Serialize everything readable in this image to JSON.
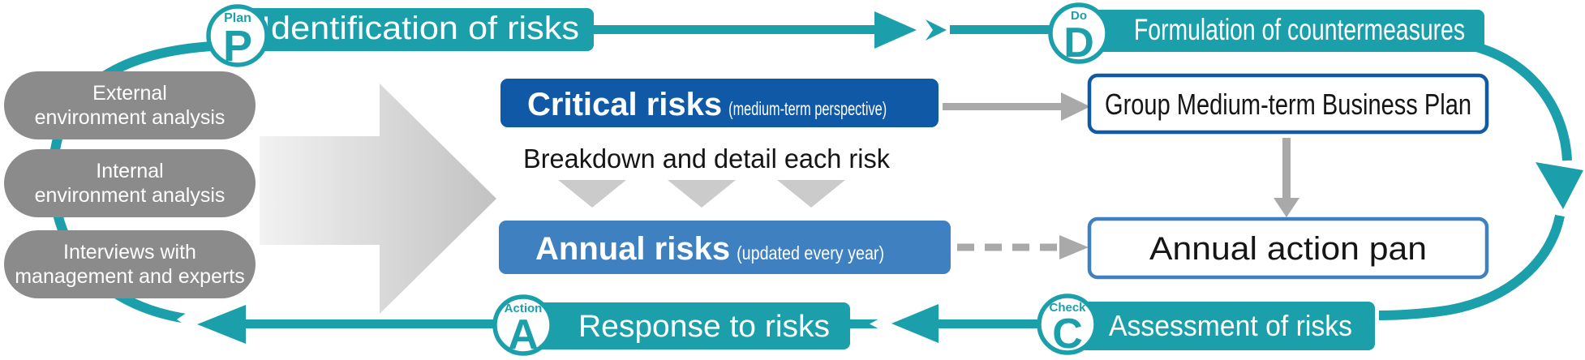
{
  "colors": {
    "teal": "#1BA0AB",
    "dark_blue": "#0F59A6",
    "mid_blue": "#3F80C1",
    "pill_gray": "#8B8B8B",
    "arrow_gray": "#A9A9A9",
    "triangle_gray": "#CBCBCB"
  },
  "cycle": {
    "plan": {
      "tag": "Plan",
      "letter": "P",
      "banner": "Identification of risks"
    },
    "do": {
      "tag": "Do",
      "letter": "D",
      "banner": "Formulation of countermeasures"
    },
    "check": {
      "tag": "Check",
      "letter": "C",
      "banner": "Assessment of risks"
    },
    "action": {
      "tag": "Action",
      "letter": "A",
      "banner": "Response to risks"
    }
  },
  "inputs": [
    {
      "line1": "External",
      "line2": "environment analysis"
    },
    {
      "line1": "Internal",
      "line2": "environment analysis"
    },
    {
      "line1": "Interviews with",
      "line2": "management and experts"
    }
  ],
  "risks": {
    "critical_title": "Critical risks",
    "critical_note": "(medium-term perspective)",
    "breakdown_label": "Breakdown and detail each risk",
    "annual_title": "Annual risks",
    "annual_note": "(updated every year)"
  },
  "plans": {
    "medium_term": "Group Medium-term Business Plan",
    "annual_action": "Annual action pan"
  }
}
